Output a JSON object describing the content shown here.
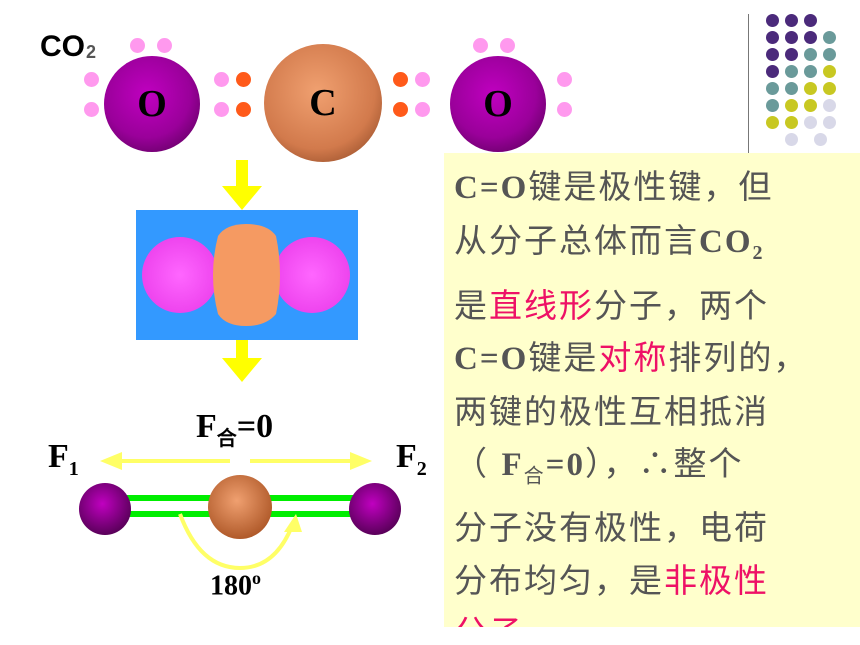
{
  "title": {
    "main": "CO",
    "sub": "2"
  },
  "atoms": {
    "left": "O",
    "center": "C",
    "right": "O"
  },
  "colors": {
    "oxygen": "#9a009a",
    "carbon": "#d27a4c",
    "lone_pair": "#ff99ee",
    "bond_electron": "#ff5a1a",
    "arrow": "#ffff00",
    "model_bg": "#3399ff",
    "bond_line": "#00ee00",
    "textbox_bg": "#ffffcc",
    "highlight": "#ee1166"
  },
  "force": {
    "net_main": "F",
    "net_sub": "合",
    "net_value": "=0",
    "f1_main": "F",
    "f1_sub": "1",
    "f2_main": "F",
    "f2_sub": "2",
    "angle_value": "180",
    "angle_sup": "o"
  },
  "explanation": {
    "l1_a": "C=O",
    "l1_b": "键是极性键，但",
    "l2_a": "从分子总体而言",
    "l2_b": "CO",
    "l2_c": "2",
    "l3_a": "是",
    "l3_hl": "直线形",
    "l3_b": "分子，两个",
    "l4_a": "C=O",
    "l4_b": "键是",
    "l4_hl": "对称",
    "l4_c": "排列的，",
    "l5": "两键的极性互相抵消",
    "l6_a": "（ ",
    "l6_b": "F",
    "l6_c": "合",
    "l6_d": "=0",
    "l6_e": "），∴整个",
    "l7": "分子没有极性，电荷",
    "l8_a": "分布均匀，是",
    "l8_hl": "非极性",
    "l9_hl": "分子"
  }
}
